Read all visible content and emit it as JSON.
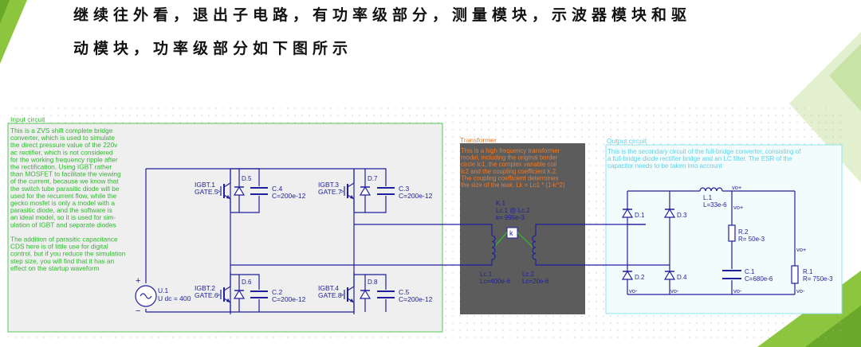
{
  "heading": {
    "line1": "继续往外看，退出子电路，有功率级部分，测量模块，示波器模块和驱",
    "line2": "动模块，功率级部分如下图所示"
  },
  "colors": {
    "accent_green": "#8cc63e",
    "input_box_border": "#54c854",
    "input_box_text": "#2fb82f",
    "transformer_bg": "#5c5c5c",
    "transformer_text": "#ee7a2a",
    "output_border": "#8fe3f0",
    "output_text": "#5fd0e8",
    "wire": "#1f1f9c"
  },
  "input_circuit": {
    "title": "Input circuit",
    "description": [
      "This is a ZVS shift complete bridge",
      "converter, which is used to simulate",
      "the direct pressure value of the 220v",
      "ac rectifier, which is not considered",
      "for the working frequency ripple after",
      "the rectification. Using IGBT rather",
      "than MOSFET to facilitate the viewing",
      "of the current, because we know that",
      "the switch tube parasitic diode will be",
      "used for the recurrent flow, while the",
      "gecko mosfet is only a model with a",
      "parasitic diode, and the software is",
      "an ideal model, so it is used for sim-",
      "ulation of IGBT and separate diodes",
      "",
      "The addition of parasitic capacitance",
      "CDS here is of little use for digital",
      "control, but if you reduce the simulation",
      "step size, you will find that it has an",
      "effect on the startup waveform"
    ],
    "source": {
      "name": "U.1",
      "value": "U dc = 400",
      "plus": "+",
      "minus": "−"
    },
    "igbts": [
      {
        "name": "IGBT.1",
        "gate": "GATE.5"
      },
      {
        "name": "IGBT.2",
        "gate": "GATE.6"
      },
      {
        "name": "IGBT.3",
        "gate": "GATE.7"
      },
      {
        "name": "IGBT.4",
        "gate": "GATE.8"
      }
    ],
    "diodes": [
      "D.5",
      "D.6",
      "D.7",
      "D.8"
    ],
    "capacitors": [
      {
        "name": "C.4",
        "value": "C=200e-12"
      },
      {
        "name": "C.2",
        "value": "C=200e-12"
      },
      {
        "name": "C.3",
        "value": "C=200e-12"
      },
      {
        "name": "C.5",
        "value": "C=200e-12"
      }
    ]
  },
  "transformer": {
    "title": "Transformer",
    "description": [
      "This is a high frequency transformer",
      "model, including the original border",
      "circle lc1, the complex variable coil",
      "lc2 and the coupling coefficient k.2.",
      "The coupling coefficient determines",
      "the size of the leak. Lk = Lc1 * (1-k^2)"
    ],
    "coupling": {
      "name": "K.1",
      "pair": "Lc.1 @ Lc.2",
      "k": "k= 995e-3",
      "symbol": "k"
    },
    "primary": {
      "name": "Lc.1",
      "value": "Lc=400e-6"
    },
    "secondary": {
      "name": "Lc.2",
      "value": "Lc=20e-6"
    }
  },
  "output_circuit": {
    "title": "Output circuit",
    "description": [
      "This is the secondary circuit of the full-bridge converter, consisting of",
      "a full-bridge diode rectifier bridge and an LC filter. The ESR of the",
      "capacitor needs to be taken into account"
    ],
    "diodes": [
      "D.1",
      "D.3",
      "D.2",
      "D.4"
    ],
    "inductor": {
      "name": "L.1",
      "value": "L=33e-6"
    },
    "esr": {
      "name": "R.2",
      "value": "R= 50e-3"
    },
    "capacitor": {
      "name": "C.1",
      "value": "C=680e-6"
    },
    "load": {
      "name": "R.1",
      "value": "R= 750e-3"
    },
    "labels": {
      "vo_plus": "vo+",
      "vo_minus": "vo-"
    }
  }
}
